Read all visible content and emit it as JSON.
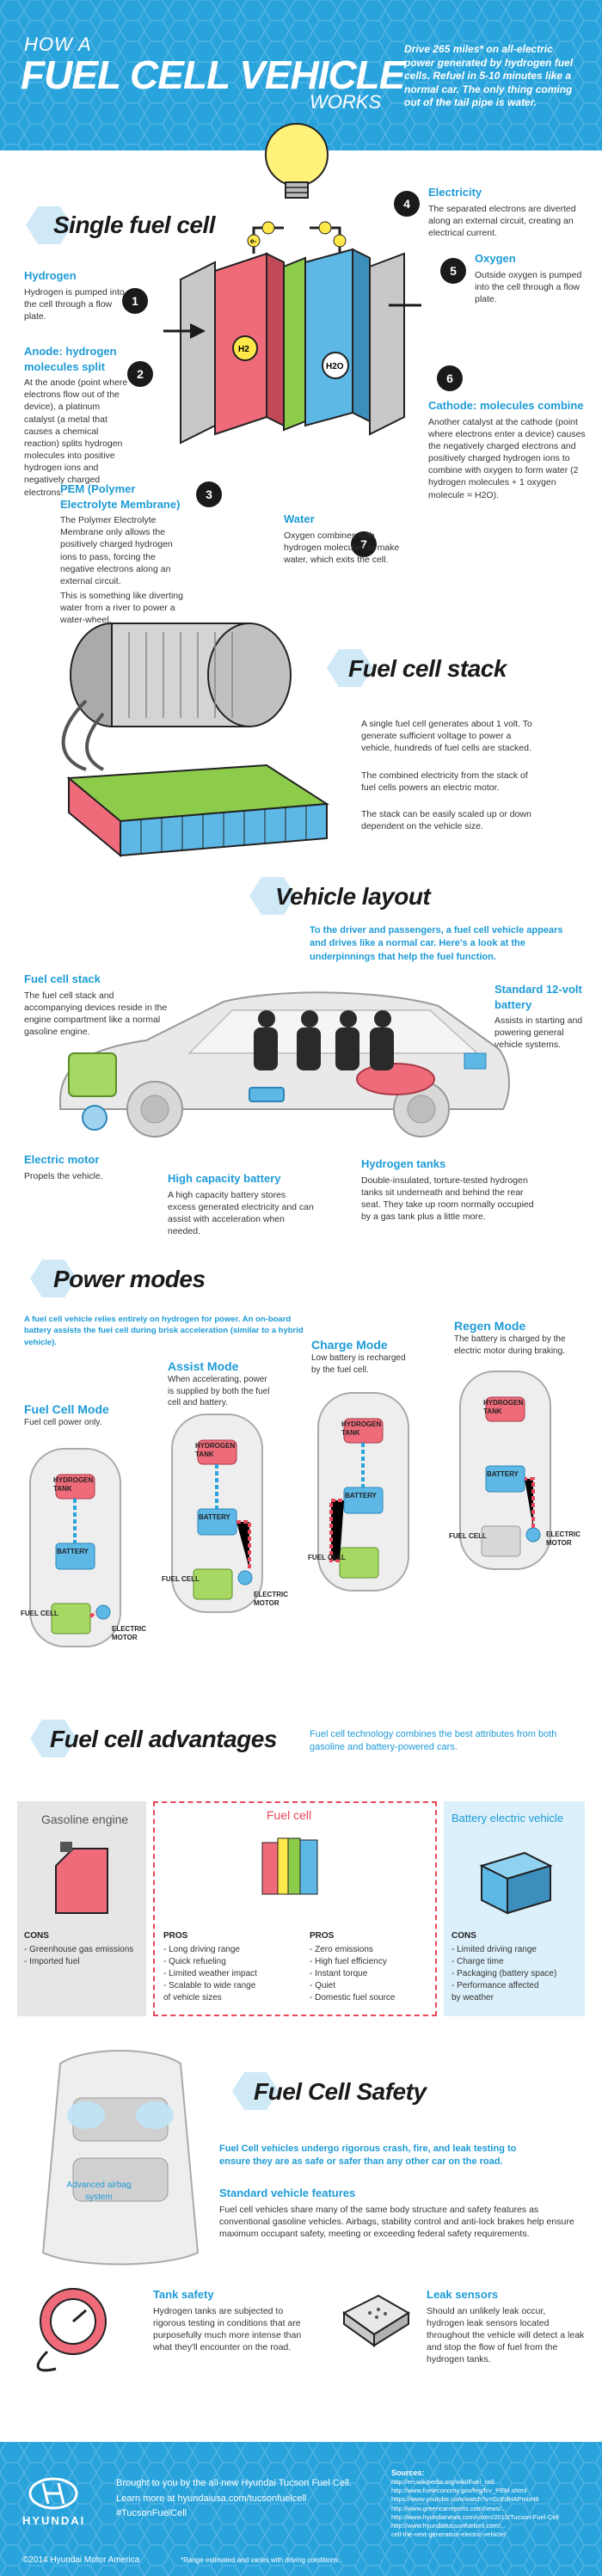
{
  "header": {
    "how_a": "HOW A",
    "title": "FUEL CELL VEHICLE",
    "works": "WORKS",
    "drive": "Drive 265 miles* on all-electric power generated by hydrogen fuel cells. Refuel in 5-10 minutes like a normal car. The only thing coming out of the tail pipe is water."
  },
  "single_cell": {
    "title": "Single fuel cell",
    "hydrogen": {
      "num": "1",
      "title": "Hydrogen",
      "text": "Hydrogen is pumped into the cell through a flow plate."
    },
    "anode": {
      "num": "2",
      "title": "Anode: hydrogen molecules split",
      "text": "At the anode (point where electrons flow out of the device), a platinum catalyst (a metal that causes a chemical reaction) splits hydrogen molecules into positive hydrogen ions and negatively charged electrons."
    },
    "pem": {
      "num": "3",
      "title": "PEM (Polymer Electrolyte Membrane)",
      "text1": "The Polymer Electrolyte Membrane only allows the positively charged hydrogen ions to pass, forcing the negative electrons along an external circuit.",
      "text2": "This is something like diverting water from a river to power a water-wheel."
    },
    "electricity": {
      "num": "4",
      "title": "Electricity",
      "text": "The separated electrons are diverted along an external circuit, creating an electrical current."
    },
    "oxygen": {
      "num": "5",
      "title": "Oxygen",
      "text": "Outside oxygen is pumped into the cell through a flow plate."
    },
    "cathode": {
      "num": "6",
      "title": "Cathode: molecules combine",
      "text": "Another catalyst at the cathode (point where electrons enter a device) causes the negatively charged electrons and positively charged hydrogen ions to combine with oxygen to form water (2 hydrogen molecules + 1 oxygen molecule = H2O)."
    },
    "water": {
      "num": "7",
      "title": "Water",
      "text": "Oxygen combines with hydrogen molecules to make water, which exits the cell."
    },
    "h2_label": "H2",
    "h2o_label": "H2O",
    "electron_label": "e-"
  },
  "stack": {
    "title": "Fuel cell stack",
    "p1": "A single fuel cell generates about 1 volt. To generate sufficient voltage to power a vehicle, hundreds of fuel cells are stacked.",
    "p2": "The combined electricity from the stack of fuel cells powers an electric motor.",
    "p3": "The stack can be easily scaled up or down dependent on the vehicle size."
  },
  "layout": {
    "title": "Vehicle layout",
    "intro": "To the driver and passengers, a fuel cell vehicle appears and drives like a normal car. Here's a look at the underpinnings that help the fuel function.",
    "stack": {
      "title": "Fuel cell stack",
      "text": "The fuel cell stack and accompanying devices reside in the engine compartment like a normal gasoline engine."
    },
    "battery12": {
      "title": "Standard 12-volt battery",
      "text": "Assists in starting and powering general vehicle systems."
    },
    "motor": {
      "title": "Electric motor",
      "text": "Propels the vehicle."
    },
    "hcb": {
      "title": "High capacity battery",
      "text": "A high capacity battery stores excess generated electricity and can assist with acceleration when needed."
    },
    "tanks": {
      "title": "Hydrogen tanks",
      "text": "Double-insulated, torture-tested hydrogen tanks sit underneath and behind the rear seat. They take up room normally occupied by a gas tank plus a little more."
    }
  },
  "modes": {
    "title": "Power modes",
    "intro": "A fuel cell vehicle relies entirely on hydrogen for power. An on-board battery assists the fuel cell during brisk acceleration (similar to a hybrid vehicle).",
    "fuel_cell": {
      "title": "Fuel Cell Mode",
      "text": "Fuel cell power only."
    },
    "assist": {
      "title": "Assist Mode",
      "text": "When accelerating, power is supplied by both the fuel cell and battery."
    },
    "charge": {
      "title": "Charge Mode",
      "text": "Low battery is recharged by the fuel cell."
    },
    "regen": {
      "title": "Regen Mode",
      "text": "The battery is charged by the electric motor during braking."
    },
    "labels": {
      "tank": "HYDROGEN TANK",
      "battery": "BATTERY",
      "fuel_cell": "FUEL CELL",
      "motor": "ELECTRIC MOTOR"
    }
  },
  "advantages": {
    "title": "Fuel cell advantages",
    "intro": "Fuel cell technology combines the best attributes from both gasoline and battery-powered cars.",
    "gas": {
      "title": "Gasoline engine",
      "cons_label": "CONS",
      "cons": [
        "- Greenhouse gas emissions",
        "- Imported fuel"
      ]
    },
    "fc": {
      "title": "Fuel cell",
      "pros_label": "PROS",
      "pros_left": [
        "- Long driving range",
        "- Quick refueling",
        "- Limited weather impact",
        "- Scalable to wide range",
        "  of vehicle sizes"
      ],
      "pros_right": [
        "- Zero emissions",
        "- High fuel efficiency",
        "- Instant torque",
        "- Quiet",
        "- Domestic fuel source"
      ]
    },
    "bev": {
      "title": "Battery electric vehicle",
      "cons_label": "CONS",
      "cons": [
        "- Limited driving range",
        "- Charge time",
        "- Packaging (battery space)",
        "- Performance affected",
        "  by weather"
      ]
    }
  },
  "safety": {
    "title": "Fuel Cell Safety",
    "airbag": "Advanced airbag system",
    "intro": "Fuel Cell vehicles undergo rigorous crash, fire, and leak testing to ensure they are as safe or safer than any other car on the road.",
    "standard": {
      "title": "Standard vehicle features",
      "text": "Fuel cell vehicles share many of the same body structure and safety features as conventional gasoline vehicles. Airbags, stability control and anti-lock brakes help ensure maximum occupant safety, meeting or exceeding federal safety requirements."
    },
    "tank": {
      "title": "Tank safety",
      "text": "Hydrogen tanks are subjected to rigorous testing in conditions that are purposefully much more intense than what they'll encounter on the road."
    },
    "leak": {
      "title": "Leak sensors",
      "text": "Should an unlikely leak occur, hydrogen leak sensors located throughout the vehicle will detect a leak and stop the flow of fuel from the hydrogen tanks."
    }
  },
  "footer": {
    "brand": "HYUNDAI",
    "line1": "Brought to you by the all-new Hyundai Tucson Fuel Cell.",
    "line2": "Learn more at hyundaiusa.com/tucsonfuelcell",
    "line3": "#TucsonFuelCell",
    "sources_label": "Sources:",
    "sources": [
      "http://en.wikipedia.org/wiki/Fuel_cell",
      "http://www.fueleconomy.gov/feg/fcv_PEM.shtml",
      "https://www.youtube.com/watch?v=GcEdHAPmoH8",
      "http://www.greencarreports.com/news/...",
      "http://www.hyundainews.com/us/en/2013/Tucson-Fuel-Cell",
      "http://www.hyundaitucsonfuelcell.com/...",
      "cell-the-next-generation-electric-vehicle/"
    ],
    "copyright": "©2014 Hyundai Motor America",
    "footnote": "*Range estimated and varies with driving conditions."
  },
  "colors": {
    "blue": "#1d9bd7",
    "dark": "#1a1a1a",
    "red": "#e8465a",
    "green": "#7ac143",
    "tank_pink": "#f06b7c"
  }
}
